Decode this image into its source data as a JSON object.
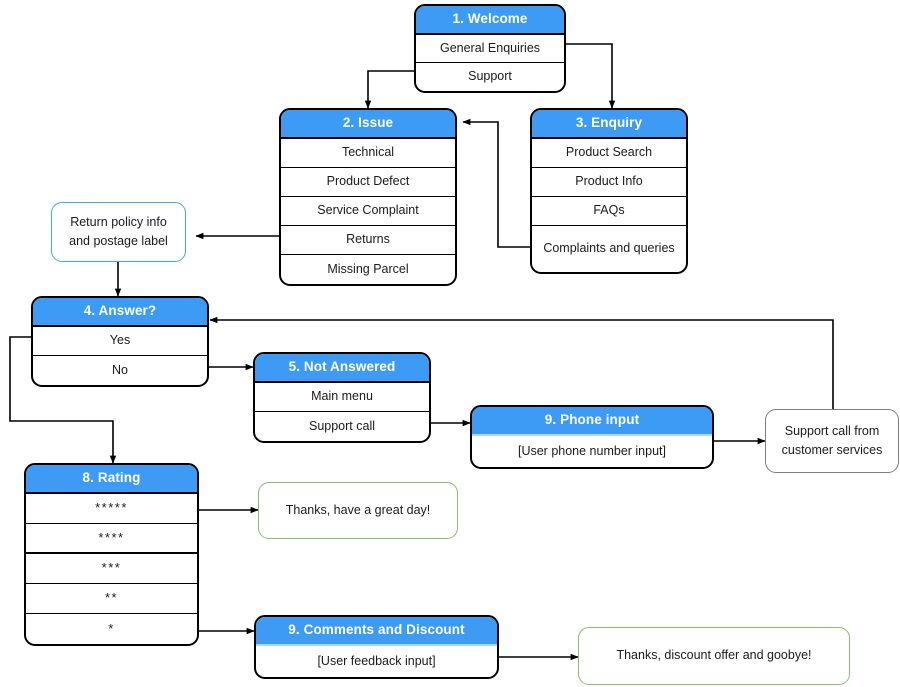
{
  "diagram": {
    "title": "Customer service chatbot flowchart",
    "colors": {
      "header_blue": "#3d9bf5",
      "node_border_black": "#000000",
      "outline_blue": "#4aa3e8",
      "outline_green": "#85bf6a",
      "outline_gray": "#7f7f7f",
      "edge": "#000000",
      "text": "#1b1b1b",
      "header_text": "#ffffff",
      "background": "#ffffff"
    },
    "nodes": [
      {
        "id": "welcome",
        "kind": "menu",
        "header": "1. Welcome",
        "rows": [
          "General Enquiries",
          "Support"
        ]
      },
      {
        "id": "issue",
        "kind": "menu",
        "header": "2. Issue",
        "rows": [
          "Technical",
          "Product Defect",
          "Service Complaint",
          "Returns",
          "Missing Parcel"
        ]
      },
      {
        "id": "enquiry",
        "kind": "menu",
        "header": "3. Enquiry",
        "rows": [
          "Product Search",
          "Product Info",
          "FAQs",
          "Complaints and queries"
        ]
      },
      {
        "id": "return-policy",
        "kind": "plain",
        "outline": "blue",
        "text": "Return policy info and postage label"
      },
      {
        "id": "answer",
        "kind": "menu",
        "header": "4. Answer?",
        "rows": [
          "Yes",
          "No"
        ]
      },
      {
        "id": "not-answered",
        "kind": "menu",
        "header": "5. Not Answered",
        "rows": [
          "Main menu",
          "Support call"
        ]
      },
      {
        "id": "phone-input",
        "kind": "menu",
        "header": "9. Phone input",
        "rows": [
          "[User phone number input]"
        ]
      },
      {
        "id": "support-call",
        "kind": "plain",
        "outline": "gray",
        "text": "Support call from customer services"
      },
      {
        "id": "rating",
        "kind": "menu",
        "header": "8. Rating",
        "rows": [
          "*****",
          "****",
          "***",
          "**",
          "*"
        ]
      },
      {
        "id": "thanks-great-day",
        "kind": "plain",
        "outline": "green",
        "text": "Thanks, have a great day!"
      },
      {
        "id": "comments-discount",
        "kind": "menu",
        "header": "9. Comments and Discount",
        "rows": [
          "[User feedback input]"
        ]
      },
      {
        "id": "thanks-discount",
        "kind": "plain",
        "outline": "green",
        "text": "Thanks, discount offer and goobye!"
      }
    ],
    "edges": [
      {
        "from": "welcome.Support",
        "to": "issue",
        "label": ""
      },
      {
        "from": "welcome.General Enquiries",
        "to": "enquiry",
        "label": ""
      },
      {
        "from": "enquiry.Complaints and queries",
        "to": "issue",
        "label": ""
      },
      {
        "from": "issue.Returns",
        "to": "return-policy",
        "label": ""
      },
      {
        "from": "return-policy",
        "to": "answer",
        "label": ""
      },
      {
        "from": "answer.Yes",
        "to": "rating",
        "label": ""
      },
      {
        "from": "answer.No",
        "to": "not-answered",
        "label": ""
      },
      {
        "from": "not-answered.Support call",
        "to": "phone-input",
        "label": ""
      },
      {
        "from": "phone-input",
        "to": "support-call",
        "label": ""
      },
      {
        "from": "support-call",
        "to": "answer",
        "label": ""
      },
      {
        "from": "rating.*****",
        "to": "thanks-great-day",
        "label": ""
      },
      {
        "from": "rating.*",
        "to": "comments-discount",
        "label": ""
      },
      {
        "from": "comments-discount",
        "to": "thanks-discount",
        "label": ""
      }
    ]
  },
  "welcome": {
    "header": "1. Welcome",
    "row0": "General Enquiries",
    "row1": "Support"
  },
  "issue": {
    "header": "2. Issue",
    "row0": "Technical",
    "row1": "Product Defect",
    "row2": "Service Complaint",
    "row3": "Returns",
    "row4": "Missing Parcel"
  },
  "enquiry": {
    "header": "3. Enquiry",
    "row0": "Product Search",
    "row1": "Product Info",
    "row2": "FAQs",
    "row3": "Complaints and queries"
  },
  "return_policy": {
    "text": "Return policy info and postage label"
  },
  "answer": {
    "header": "4. Answer?",
    "row0": "Yes",
    "row1": "No"
  },
  "not_answered": {
    "header": "5. Not Answered",
    "row0": "Main menu",
    "row1": "Support call"
  },
  "phone_input": {
    "header": "9. Phone input",
    "row0": "[User phone number input]"
  },
  "support_call": {
    "text": "Support call from customer services"
  },
  "rating": {
    "header": "8. Rating",
    "row0": "*****",
    "row1": "****",
    "row2": "***",
    "row3": "**",
    "row4": "*"
  },
  "thanks_great_day": {
    "text": "Thanks, have a great day!"
  },
  "comments_discount": {
    "header": "9. Comments and Discount",
    "row0": "[User feedback input]"
  },
  "thanks_discount": {
    "text": "Thanks, discount offer and goobye!"
  }
}
